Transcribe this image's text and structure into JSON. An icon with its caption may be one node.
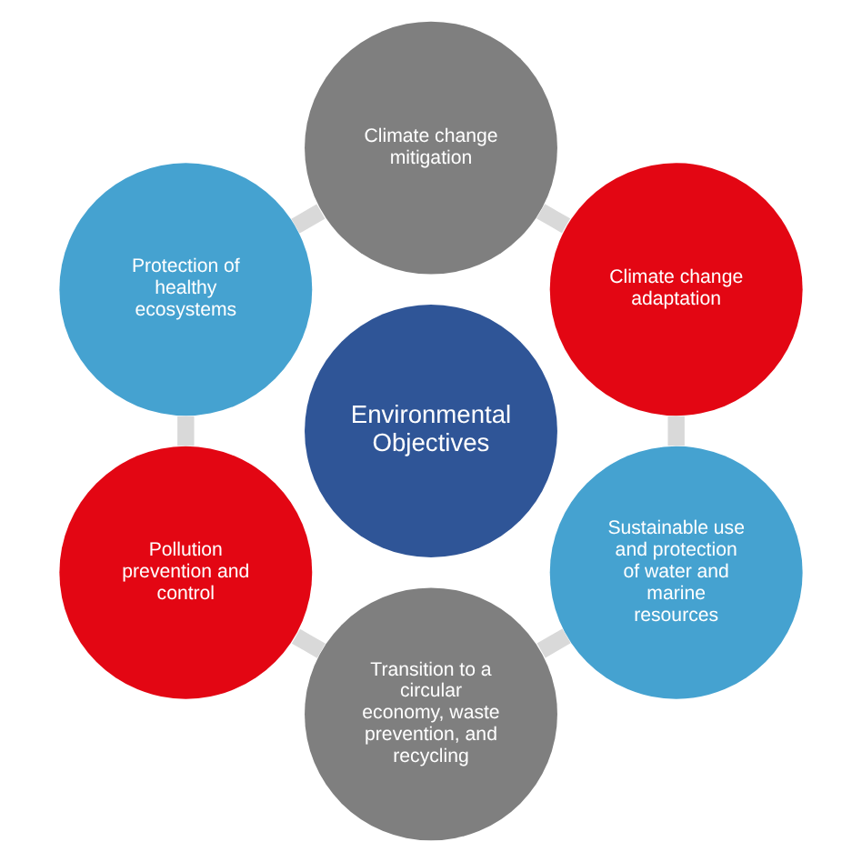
{
  "diagram": {
    "nodes": [
      {
        "text": [
          "Environmental Objectives"
        ]
      },
      {
        "text": [
          "Climate change mitigation"
        ]
      },
      {
        "text": [
          "Climate change adaptation"
        ]
      },
      {
        "text": [
          "Sustainable use and protection of water and marine resources"
        ]
      },
      {
        "text": [
          "Transition to a circular economy, waste prevention, and recycling"
        ]
      },
      {
        "text": [
          "Pollution prevention and control"
        ]
      },
      {
        "text": [
          "Protection of healthy ecosystems"
        ]
      }
    ],
    "edges": [
      {
        "from": 1,
        "to": 2,
        "arrow": "none"
      },
      {
        "from": 2,
        "to": 3,
        "arrow": "none"
      },
      {
        "from": 3,
        "to": 4,
        "arrow": "none"
      },
      {
        "from": 4,
        "to": 5,
        "arrow": "none"
      },
      {
        "from": 5,
        "to": 6,
        "arrow": "none"
      },
      {
        "from": 6,
        "to": 1,
        "arrow": "none"
      }
    ]
  }
}
